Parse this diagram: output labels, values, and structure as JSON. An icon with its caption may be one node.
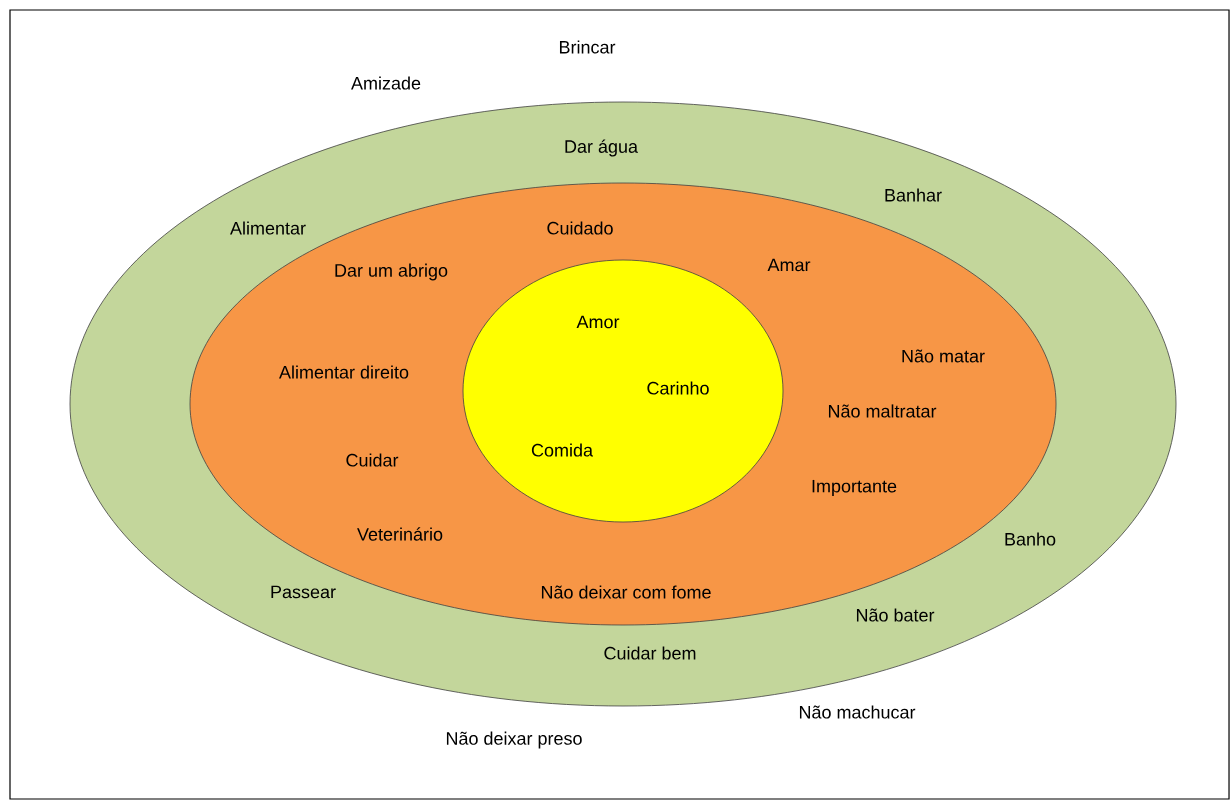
{
  "diagram": {
    "nodes": [
      {
        "text": [
          "Dar água",
          "Banhar",
          "Alimentar",
          "Banho",
          "Passear",
          "Não bater",
          "Cuidar bem"
        ]
      },
      {
        "text": [
          "Cuidado",
          "Amar",
          "Dar um abrigo",
          "Não matar",
          "Alimentar direito",
          "Não maltratar",
          "Cuidar",
          "Importante",
          "Veterinário",
          "Não deixar com fome"
        ],
        "in": 0
      },
      {
        "text": [
          "Amor",
          "Carinho",
          "Comida"
        ],
        "in": 1
      }
    ],
    "labels": [
      "Brincar",
      "Amizade",
      "Não machucar",
      "Não deixar preso"
    ]
  }
}
